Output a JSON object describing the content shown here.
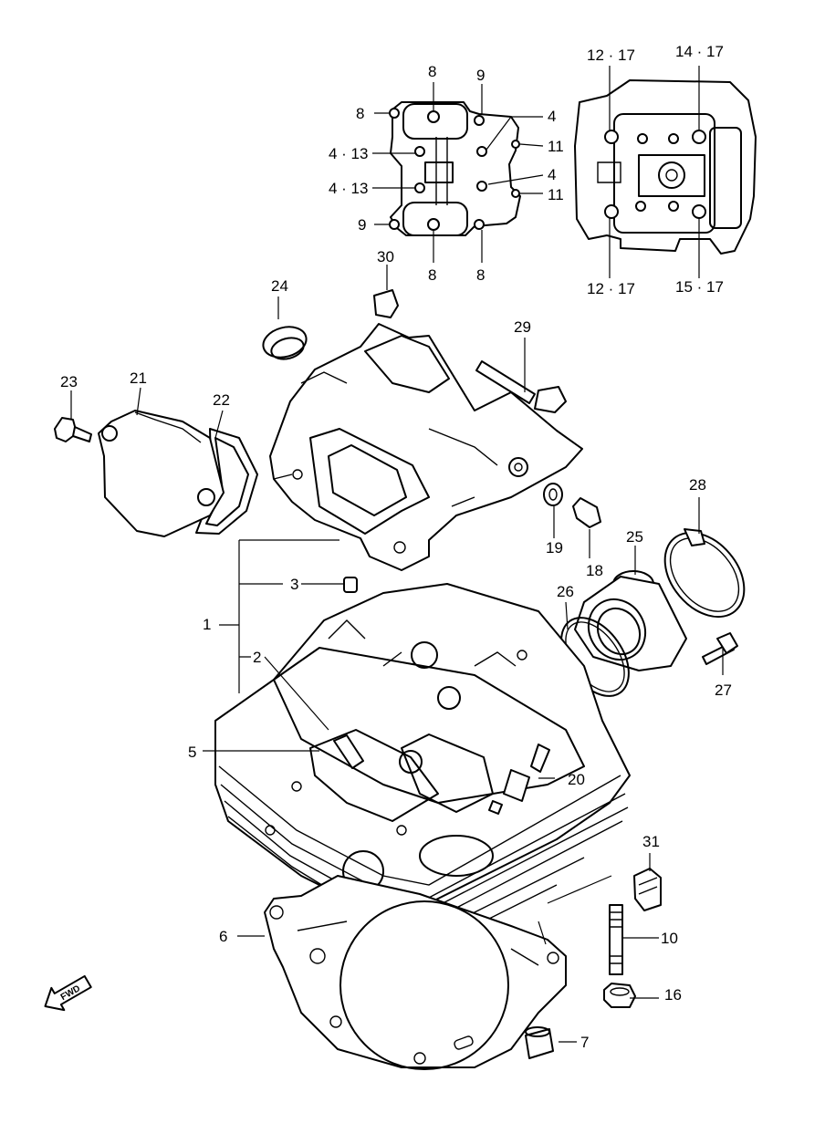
{
  "labels": {
    "l1": "1",
    "l2": "2",
    "l3": "3",
    "l4a": "4",
    "l4b": "4",
    "l413a": "4 · 13",
    "l413b": "4 · 13",
    "l5": "5",
    "l6": "6",
    "l7": "7",
    "l8a": "8",
    "l8b": "8",
    "l8c": "8",
    "l8d": "8",
    "l9a": "9",
    "l9b": "9",
    "l10": "10",
    "l11a": "11",
    "l11b": "11",
    "l1217a": "12 · 17",
    "l1217b": "12 · 17",
    "l1417": "14 · 17",
    "l1517": "15 · 17",
    "l16": "16",
    "l18": "18",
    "l19": "19",
    "l20": "20",
    "l21": "21",
    "l22": "22",
    "l23": "23",
    "l24": "24",
    "l25": "25",
    "l26": "26",
    "l27": "27",
    "l28": "28",
    "l29": "29",
    "l30": "30",
    "l31": "31"
  },
  "fwd_arrow": "FWD"
}
